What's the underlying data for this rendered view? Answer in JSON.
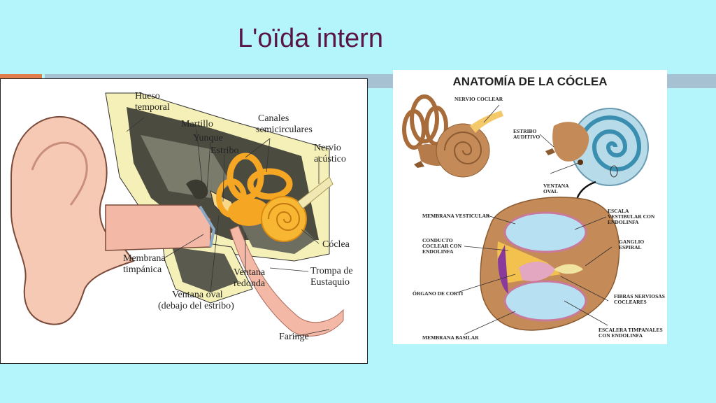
{
  "slide": {
    "title": "L'oïda intern"
  },
  "ear_diagram": {
    "labels": {
      "hueso_1": "Hueso",
      "hueso_2": "temporal",
      "martillo": "Martillo",
      "yunque": "Yunque",
      "estribo": "Estribo",
      "canales_1": "Canales",
      "canales_2": "semicirculares",
      "nervio_1": "Nervio",
      "nervio_2": "acústico",
      "coclea": "Cóclea",
      "membrana_1": "Membrana",
      "membrana_2": "timpánica",
      "ventana_redonda_1": "Ventana",
      "ventana_redonda_2": "redonda",
      "trompa_1": "Trompa de",
      "trompa_2": "Eustaquio",
      "ventana_oval_1": "Ventana oval",
      "ventana_oval_2": "(debajo del estribo)",
      "faringe": "Faringe"
    }
  },
  "cochlea_diagram": {
    "title": "ANATOMÍA DE LA CÓCLEA",
    "labels": {
      "nervio_coclear": "NERVIO COCLEAR",
      "estribo_1": "ESTRIBO",
      "estribo_2": "AUDITIVO",
      "ventana_1": "VENTANA",
      "ventana_2": "OVAL",
      "membrana_vestibular": "MEMBRANA VESTICULAR",
      "escala_1": "ESCALA",
      "escala_2": "VESTIBULAR CON",
      "escala_3": "ENDOLINFA",
      "conducto_1": "CONDUCTO",
      "conducto_2": "COCLEAR CON",
      "conducto_3": "ENDOLINFA",
      "ganglio_1": "GANGLIO",
      "ganglio_2": "ESPIRAL",
      "organo_corti": "ÓRGANO DE CORTI",
      "fibras_1": "FIBRAS NERVIOSAS",
      "fibras_2": "COCLEARES",
      "escalera_1": "ESCALERA TIMPANALES",
      "escalera_2": "CON ENDOLINFA",
      "membrana_basilar": "MEMBRANA BASILAR"
    }
  }
}
